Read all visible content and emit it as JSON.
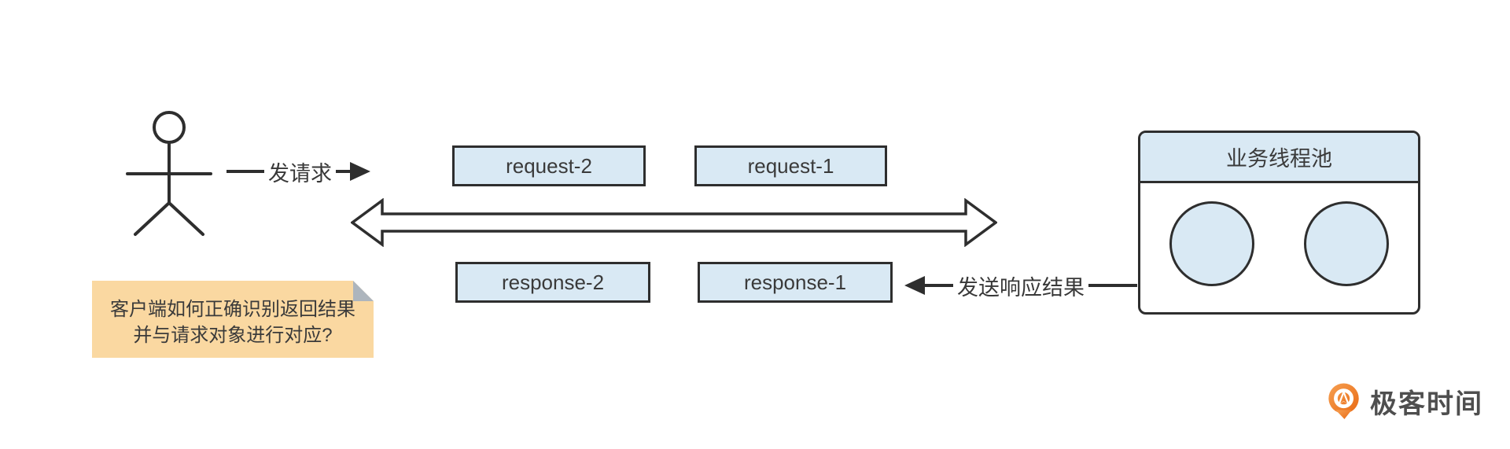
{
  "diagram": {
    "actor": {
      "name": "client-stick-figure"
    },
    "send_request_label": "发请求",
    "send_response_label": "发送响应结果",
    "request_boxes": [
      {
        "label": "request-2"
      },
      {
        "label": "request-1"
      }
    ],
    "response_boxes": [
      {
        "label": "response-2"
      },
      {
        "label": "response-1"
      }
    ],
    "thread_pool": {
      "title": "业务线程池",
      "thread_count": 2
    },
    "sticky_note": {
      "line1": "客户端如何正确识别返回结果",
      "line2": "并与请求对象进行对应?"
    },
    "colors": {
      "box_fill": "#d9e9f4",
      "stroke": "#2e2e2e",
      "note_fill": "#fad8a1",
      "note_fold": "#adb5bd",
      "brand_orange": "#ee7120",
      "text": "#3a3a3a"
    }
  },
  "footer": {
    "brand_name": "极客时间",
    "logo_icon": "geektime-pin-icon"
  }
}
